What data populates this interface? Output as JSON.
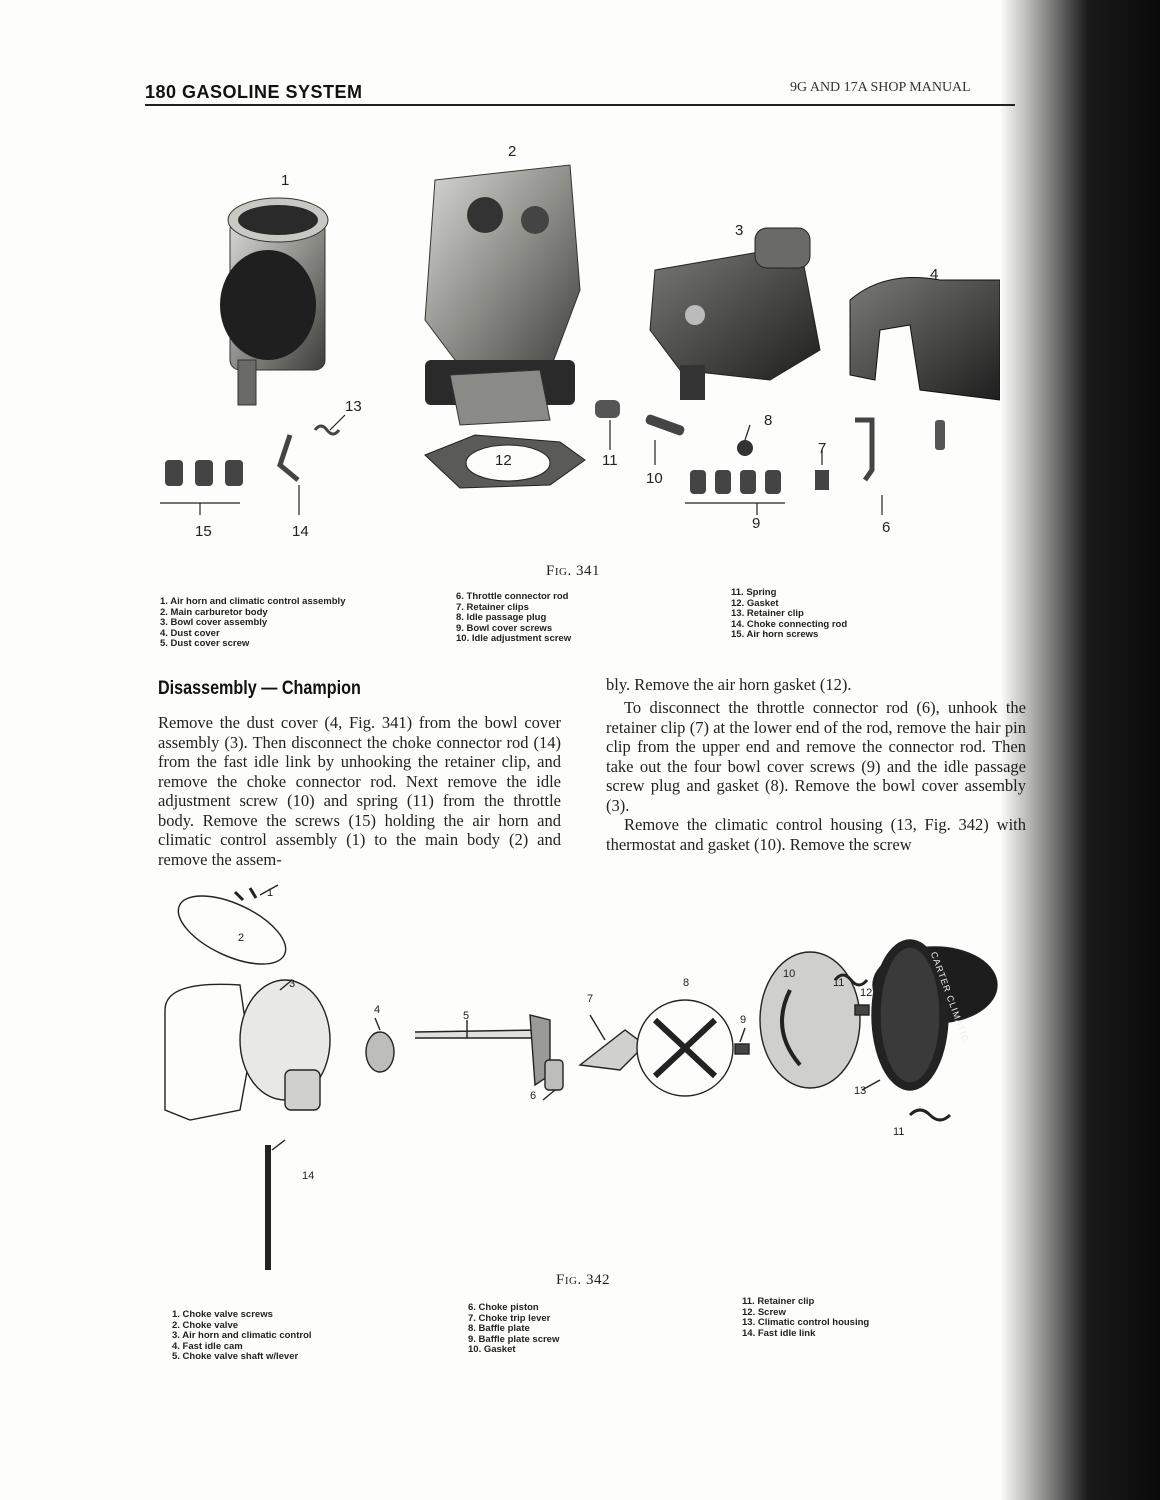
{
  "header": {
    "page_title": "180 GASOLINE SYSTEM",
    "manual_title": "9G AND 17A SHOP MANUAL"
  },
  "fig341": {
    "caption": "Fig. 341",
    "callouts": {
      "c1": "1",
      "c2": "2",
      "c3": "3",
      "c4": "4",
      "c6": "6",
      "c7": "7",
      "c8": "8",
      "c9": "9",
      "c10": "10",
      "c11": "11",
      "c12": "12",
      "c13": "13",
      "c14": "14",
      "c15": "15"
    },
    "legend_col1": [
      "1. Air horn and climatic control assembly",
      "2. Main carburetor body",
      "3. Bowl cover assembly",
      "4. Dust cover",
      "5. Dust cover screw"
    ],
    "legend_col2": [
      "6. Throttle connector rod",
      "7. Retainer clips",
      "8. Idle passage plug",
      "9. Bowl cover screws",
      "10. Idle adjustment screw"
    ],
    "legend_col3": [
      "11. Spring",
      "12. Gasket",
      "13. Retainer clip",
      "14. Choke connecting rod",
      "15. Air horn screws"
    ]
  },
  "section": {
    "heading": "Disassembly — Champion",
    "left_para": "Remove the dust cover (4, Fig. 341) from the bowl cover assembly (3). Then disconnect the choke connector rod (14) from the fast idle link by unhooking the retainer clip, and remove the choke connector rod. Next remove the idle adjustment screw (10) and spring (11) from the throttle body. Remove the screws (15) holding the air horn and climatic control assembly (1) to the main body (2) and remove the assem-",
    "right_para1": "bly. Remove the air horn gasket (12).",
    "right_para2": "To disconnect the throttle connector rod (6), unhook the retainer clip (7) at the lower end of the rod, remove the hair pin clip from the upper end and remove the connector rod. Then take out the four bowl cover screws (9) and the idle passage screw plug and gasket (8). Remove the bowl cover assembly (3).",
    "right_para3": "Remove the climatic control housing (13, Fig. 342) with thermostat and gasket (10). Remove the screw"
  },
  "fig342": {
    "caption": "Fig. 342",
    "callouts": {
      "c1": "1",
      "c2": "2",
      "c3": "3",
      "c4": "4",
      "c5": "5",
      "c6": "6",
      "c7": "7",
      "c8": "8",
      "c9": "9",
      "c10": "10",
      "c11a": "11",
      "c11b": "11",
      "c12": "12",
      "c13": "13",
      "c14": "14"
    },
    "cover_text": "CARTER CLIMATIC",
    "legend_col1": [
      "1. Choke valve screws",
      "2. Choke valve",
      "3. Air horn and climatic control",
      "4. Fast idle cam",
      "5. Choke valve shaft w/lever"
    ],
    "legend_col2": [
      "6. Choke piston",
      "7. Choke trip lever",
      "8. Baffle plate",
      "9. Baffle plate screw",
      "10. Gasket"
    ],
    "legend_col3": [
      "11. Retainer clip",
      "12. Screw",
      "13. Climatic control housing",
      "14. Fast idle link"
    ]
  }
}
